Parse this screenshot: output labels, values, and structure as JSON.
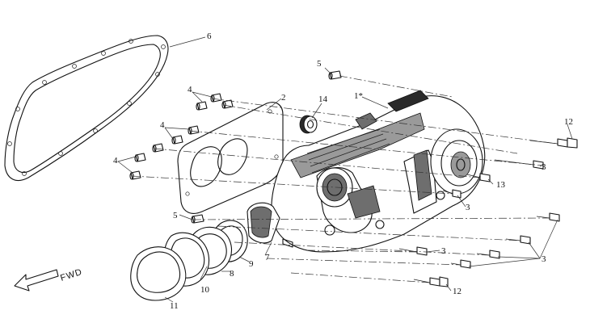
{
  "diagram": {
    "callouts": {
      "c1": "1*",
      "c2": "2",
      "c3a": "3",
      "c3b": "3",
      "c3c": "3",
      "c3d": "3",
      "c4a": "4",
      "c4b": "4",
      "c4c": "4",
      "c5a": "5",
      "c5b": "5",
      "c6": "6",
      "c7": "7",
      "c8": "8",
      "c9": "9",
      "c10": "10",
      "c11": "11",
      "c12a": "12",
      "c12b": "12",
      "c13": "13",
      "c14": "14"
    },
    "direction_label": "FWD"
  }
}
